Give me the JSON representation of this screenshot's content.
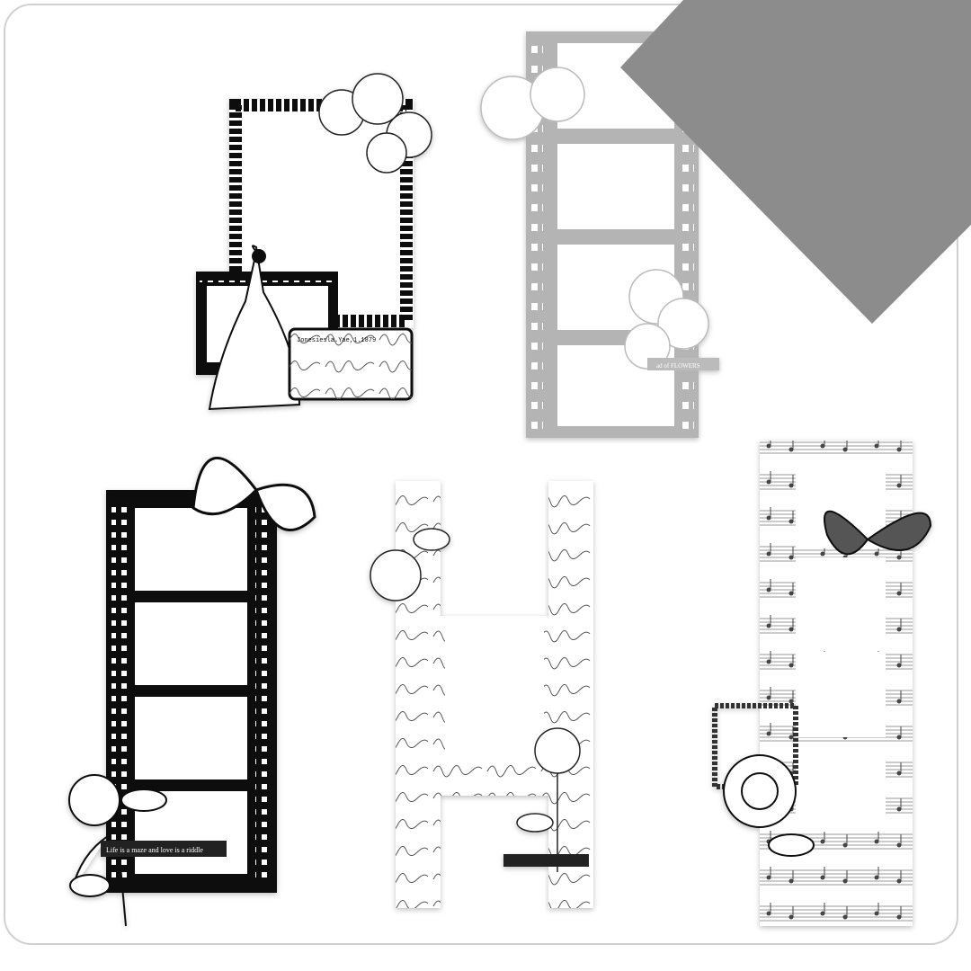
{
  "product_image": {
    "colors": {
      "background": "#ffffff",
      "border": "#d0d0d0",
      "corner_overlay": "#8c8c8c",
      "sticker_black": "#111111",
      "sticker_gray": "#b4b4b4"
    },
    "stickers": [
      {
        "name": "stamp-frame-with-lady",
        "tag_text": "Jonesiesla.Yae,1.1879"
      },
      {
        "name": "gray-film-strip",
        "label_text": "ad of FLOWERS"
      },
      {
        "name": "black-film-strip",
        "caption": "Life is a maze and love is a riddle"
      },
      {
        "name": "script-letter-frame"
      },
      {
        "name": "music-sheet-film-strip"
      }
    ]
  }
}
